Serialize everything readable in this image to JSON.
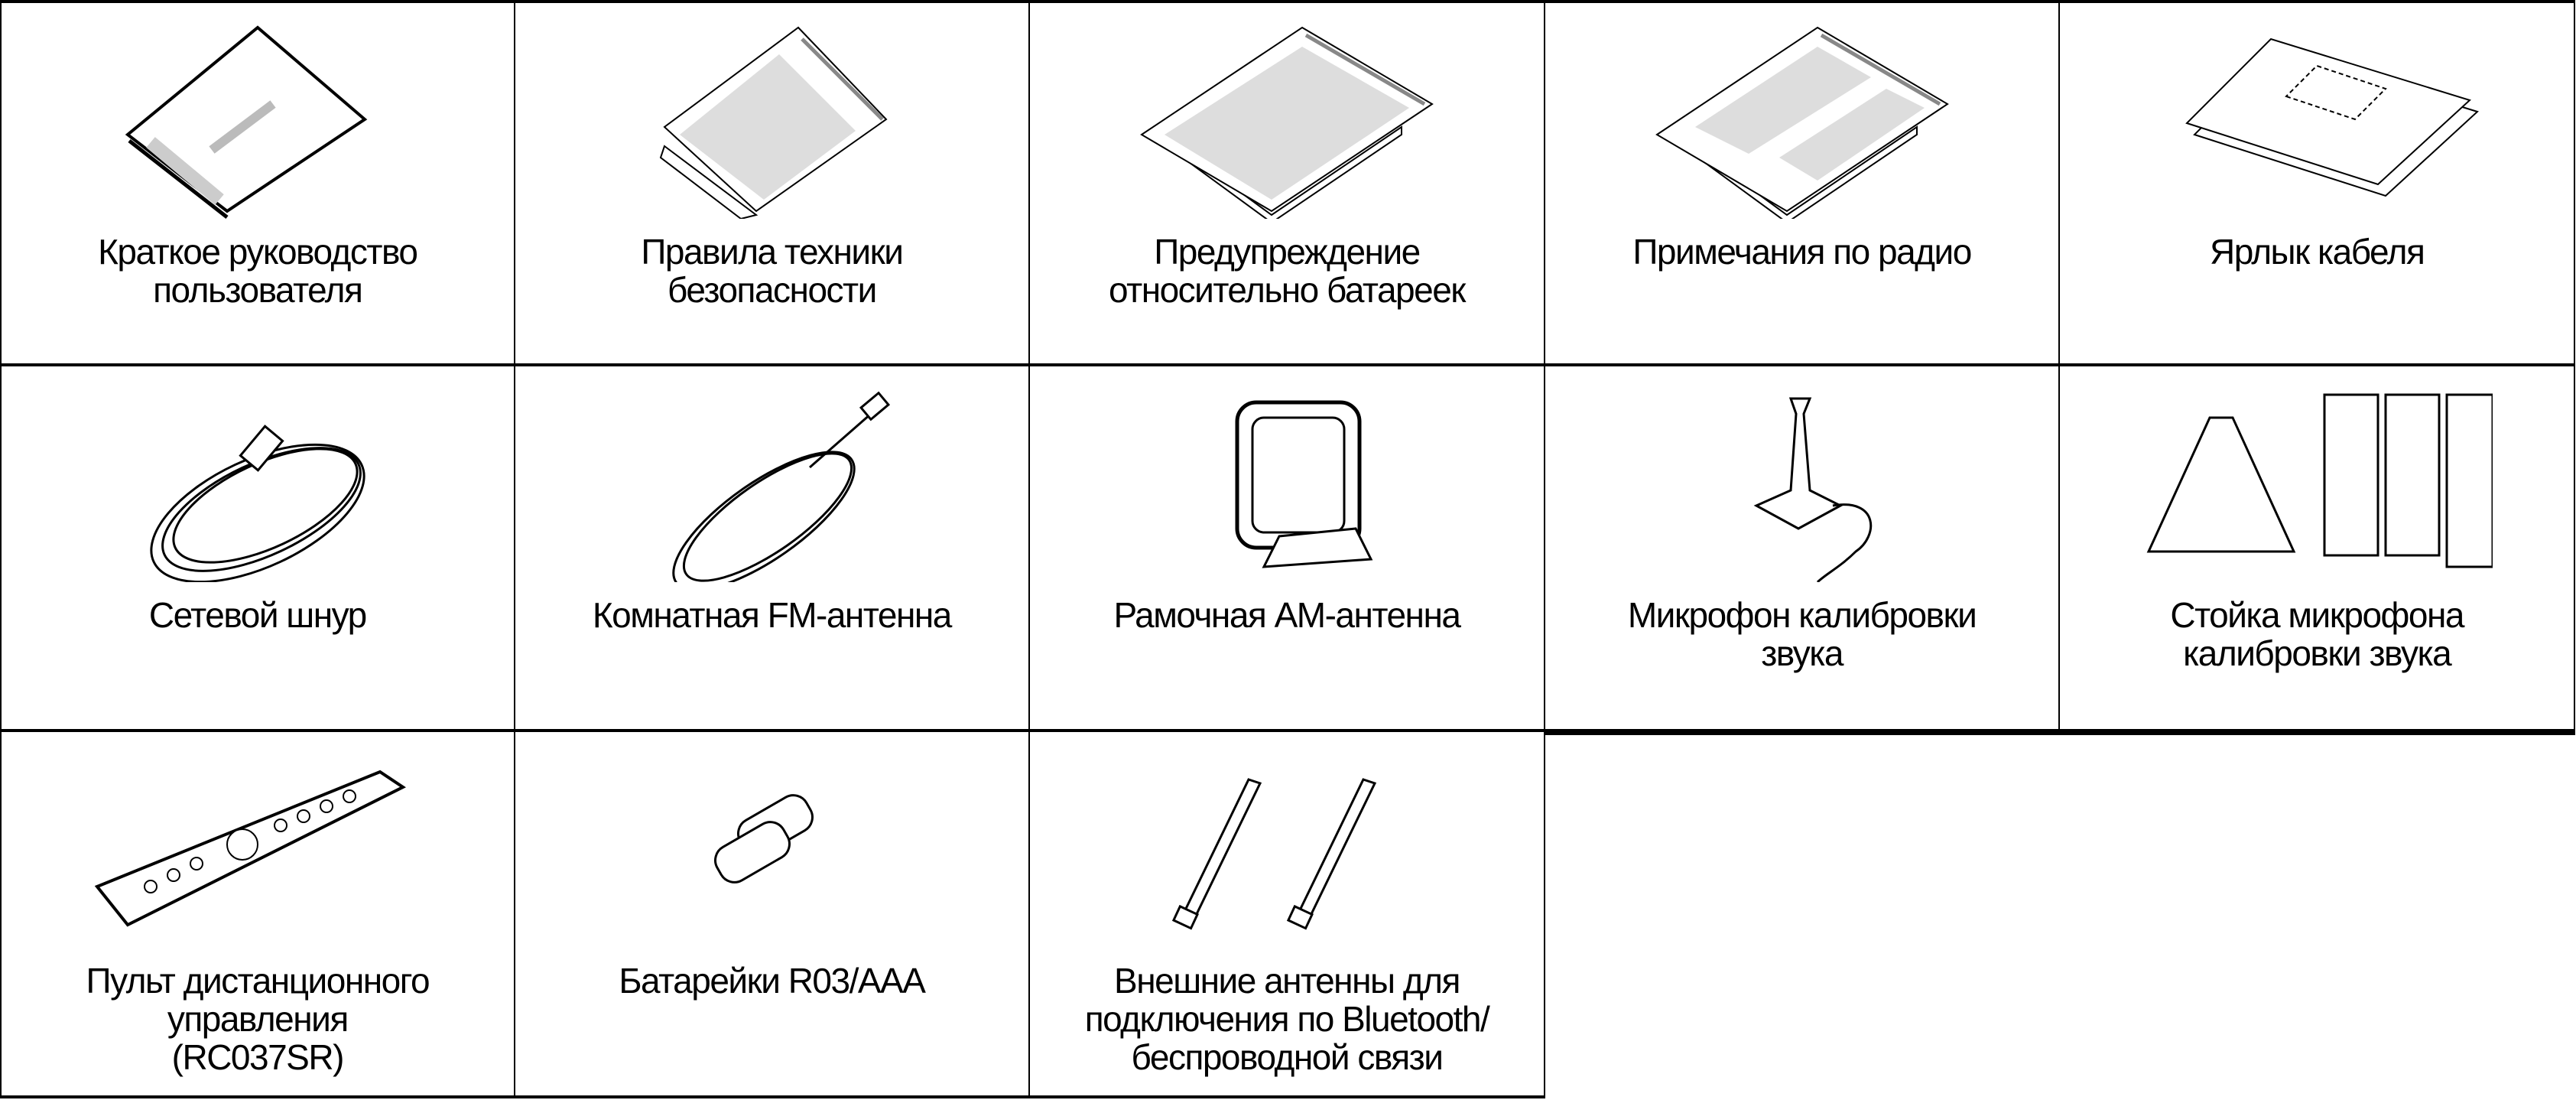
{
  "items": [
    {
      "label": "Краткое руководство\nпользователя",
      "icon": "quick-start-guide-icon"
    },
    {
      "label": "Правила техники\nбезопасности",
      "icon": "safety-instructions-icon"
    },
    {
      "label": "Предупреждение\nотносительно батареек",
      "icon": "battery-warning-sheet-icon"
    },
    {
      "label": "Примечания по радио",
      "icon": "radio-notes-sheet-icon"
    },
    {
      "label": "Ярлык кабеля",
      "icon": "cable-label-icon"
    },
    {
      "label": "Сетевой шнур",
      "icon": "power-cord-icon"
    },
    {
      "label": "Комнатная FM-антенна",
      "icon": "fm-antenna-icon"
    },
    {
      "label": "Рамочная AM-антенна",
      "icon": "am-loop-antenna-icon"
    },
    {
      "label": "Микрофон калибровки\nзвука",
      "icon": "calibration-microphone-icon"
    },
    {
      "label": "Стойка микрофона\nкалибровки звука",
      "icon": "microphone-stand-icon"
    },
    {
      "label": "Пульт дистанционного\nуправления\n(RC037SR)",
      "icon": "remote-control-icon"
    },
    {
      "label": "Батарейки R03/AAA",
      "icon": "batteries-icon"
    },
    {
      "label": "Внешние антенны для\nподключения по Bluetooth/\nбеспроводной связи",
      "icon": "external-antennas-icon"
    }
  ]
}
